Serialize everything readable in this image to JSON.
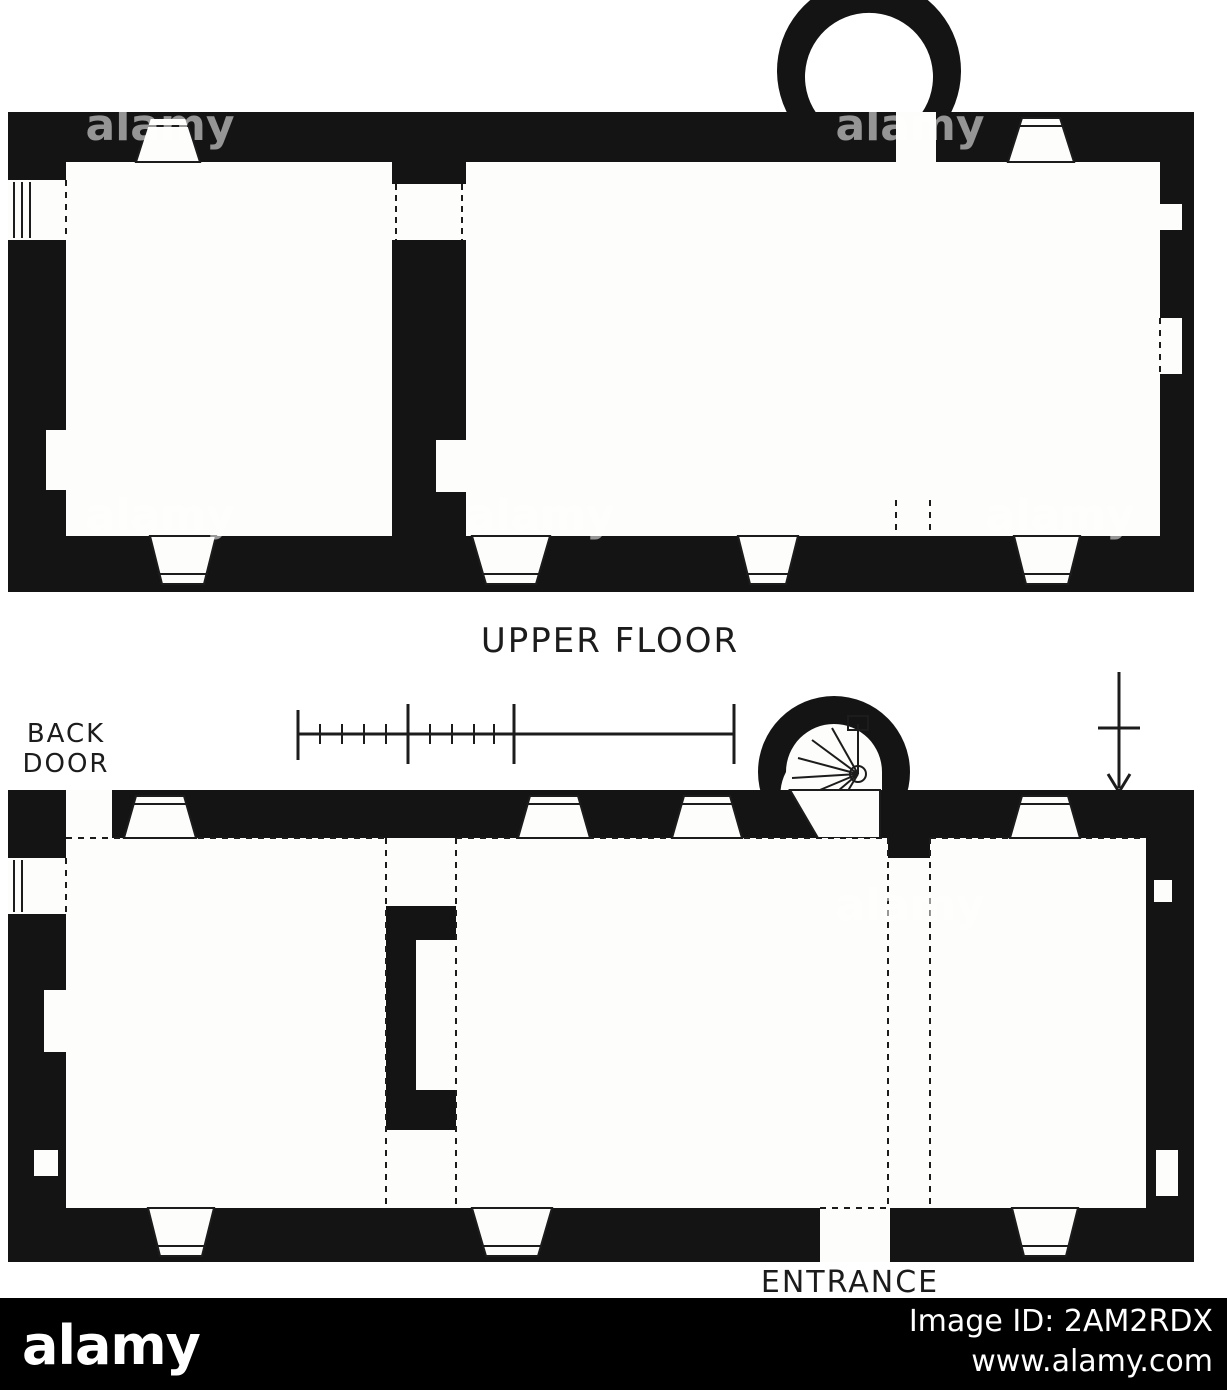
{
  "labels": {
    "upper_floor": "UPPER FLOOR",
    "back_door": [
      "BACK",
      "DOOR"
    ],
    "entrance": "ENTRANCE"
  },
  "colors": {
    "wall": "#141414",
    "paper": "#fdfdfb",
    "line": "#1c1c1c",
    "footer": "#000000"
  },
  "watermark": "alamy",
  "footer": {
    "logo": "alamy",
    "image_id_label": "Image ID: 2AM2RDX",
    "site": "www.alamy.com"
  }
}
